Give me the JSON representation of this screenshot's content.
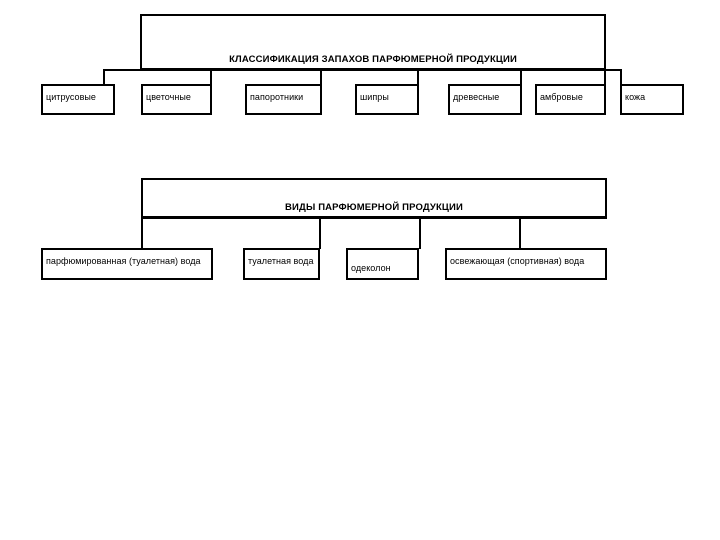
{
  "document": {
    "title": "Классификация парфюмерной продукции",
    "background_color": "#ffffff",
    "line_color": "#000000",
    "text_color": "#000000"
  },
  "diagram_top": {
    "root": {
      "label": "КЛАССИФИКАЦИЯ ЗАПАХОВ ПАРФЮМЕРНОЙ ПРОДУКЦИИ"
    },
    "children": [
      {
        "label": "цитрусовые"
      },
      {
        "label": "цветочные"
      },
      {
        "label": "папоротники"
      },
      {
        "label": "шипры"
      },
      {
        "label": "древесные"
      },
      {
        "label": "амбровые"
      },
      {
        "label": "кожа"
      }
    ]
  },
  "diagram_bottom": {
    "root": {
      "label": "ВИДЫ ПАРФЮМЕРНОЙ ПРОДУКЦИИ"
    },
    "children": [
      {
        "label": "парфюмированная (туалетная) вода"
      },
      {
        "label": "туалетная вода"
      },
      {
        "label": "одеколон"
      },
      {
        "label": "освежающая (спортивная) вода"
      }
    ]
  }
}
